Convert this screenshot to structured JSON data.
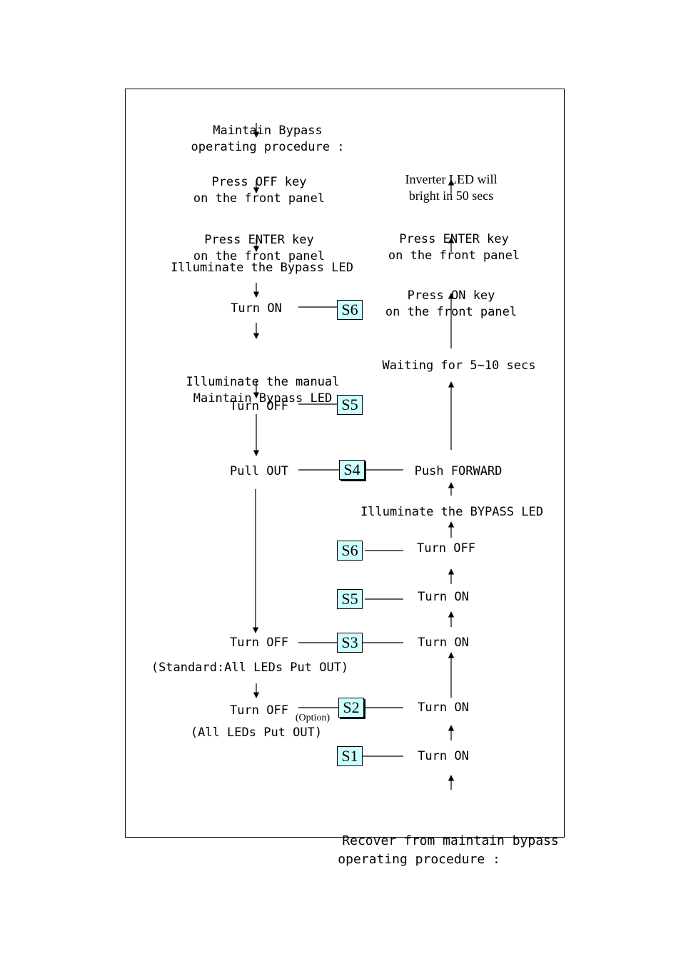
{
  "left": {
    "title_line1": "Maintain Bypass",
    "title_line2": "operating procedure :",
    "step1_line1": "Press OFF key",
    "step1_line2": "on the front panel",
    "step2_line1": "Press ENTER key",
    "step2_line2": "on the front panel",
    "step3": "Illuminate the Bypass LED",
    "step4": "Turn ON",
    "step5_line1": "Illuminate the manual",
    "step5_line2": "Maintain Bypass LED",
    "step6": "Turn OFF",
    "step7": "Pull OUT",
    "step8": "Turn OFF",
    "step8_note": "(Standard:All LEDs Put OUT)",
    "step9": "Turn OFF",
    "step9_option": "(Option)",
    "step9_note": "(All LEDs Put OUT)"
  },
  "right": {
    "title_line1": "Recover from maintain bypass",
    "title_line2": "operating procedure :",
    "step1": "Turn ON",
    "step2": "Turn ON",
    "step3": "Turn ON",
    "step4": "Turn ON",
    "step5": "Turn OFF",
    "step6": "Illuminate the BYPASS LED",
    "step7": "Push FORWARD",
    "step8": "Waiting for 5~10 secs",
    "step9_line1": "Press ON key",
    "step9_line2": "on the front panel",
    "step10_line1": "Press ENTER key",
    "step10_line2": "on the front panel",
    "step11_line1": "Inverter LED will",
    "step11_line2": "bright in 50 secs"
  },
  "switches": {
    "s6_top": "S6",
    "s5_top": "S5",
    "s4": "S4",
    "s6_right": "S6",
    "s5_right": "S5",
    "s3": "S3",
    "s2": "S2",
    "s1": "S1"
  },
  "colors": {
    "switch_fill": "#ccffff"
  }
}
